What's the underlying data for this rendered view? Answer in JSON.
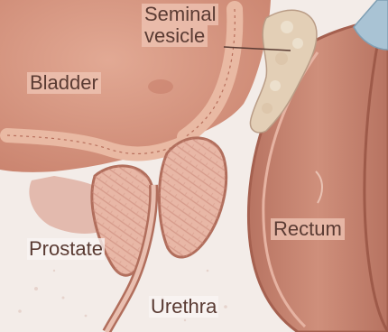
{
  "labels": {
    "seminal_vesicle_line1": "Seminal",
    "seminal_vesicle_line2": "vesicle",
    "bladder": "Bladder",
    "prostate": "Prostate",
    "rectum": "Rectum",
    "urethra": "Urethra"
  },
  "colors": {
    "background": "#f3ece8",
    "bladder_tissue": "#d99c86",
    "bladder_wall": "#e9b9a3",
    "prostate_tissue": "#e8b7a6",
    "prostate_fibers": "#c98677",
    "seminal_vesicle": "#e3cfb6",
    "rectum_tissue": "#c58571",
    "rectum_outline": "#a5604f",
    "blue_corner": "#a9c3d4",
    "label_text": "#5a3b33"
  }
}
